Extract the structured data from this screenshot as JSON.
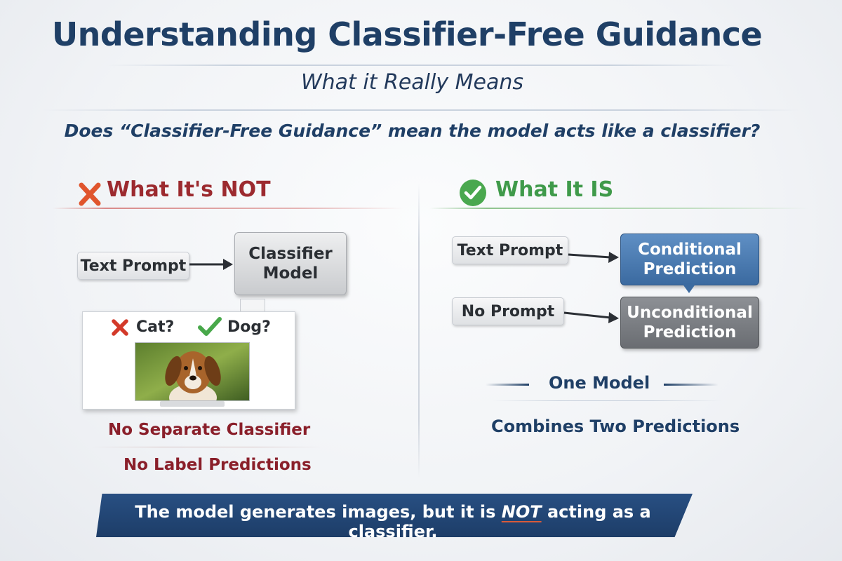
{
  "header": {
    "title": "Understanding Classifier-Free Guidance",
    "subtitle": "What it Really Means",
    "question": "Does “Classifier-Free Guidance” mean the model acts like a classifier?"
  },
  "not_section": {
    "title": "What It's NOT",
    "text_prompt_label": "Text Prompt",
    "classifier_line1": "Classifier",
    "classifier_line2": "Model",
    "cat_label": "Cat?",
    "dog_label": "Dog?",
    "point1": "No Separate Classifier",
    "point2": "No Label Predictions"
  },
  "is_section": {
    "title": "What It IS",
    "text_prompt_label": "Text Prompt",
    "no_prompt_label": "No Prompt",
    "conditional_line1": "Conditional",
    "conditional_line2": "Prediction",
    "unconditional_line1": "Unconditional",
    "unconditional_line2": "Prediction",
    "one_model": "One Model",
    "combines": "Combines Two Predictions"
  },
  "footer": {
    "banner_pre": "The model generates images, but it is ",
    "banner_not": "NOT",
    "banner_post": " acting as a classifier."
  },
  "colors": {
    "title_blue": "#1f3f66",
    "not_red": "#9c2a2f",
    "is_green": "#3f9a4a",
    "conditional_blue": "#3b6aa0",
    "unconditional_gray": "#6a6d72"
  },
  "icons": {
    "not": "cross-icon",
    "is": "check-circle-icon"
  }
}
